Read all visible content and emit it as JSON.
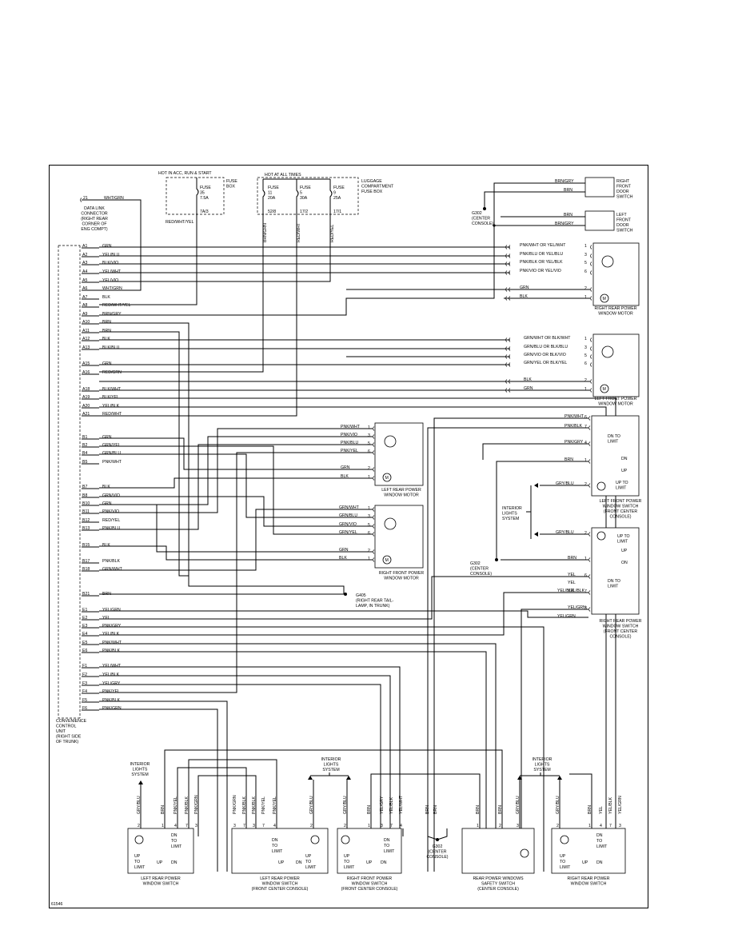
{
  "top_labels": {
    "hot_acc_run_start": "HOT IN ACC, RUN & START",
    "fuse_box": [
      "FUSE",
      "BOX"
    ],
    "fuse35": [
      "FUSE",
      "35",
      "7.5A"
    ],
    "pin_fuse35": "7A/3",
    "redwhtyel": "RED/WHT/YEL",
    "hot_all_times": "HOT AT ALL TIMES",
    "luggage_fuse_box": [
      "LUGGAGE",
      "COMPARTMENT",
      "FUSE BOX"
    ],
    "fuse11": [
      "FUSE",
      "11",
      "20A"
    ],
    "fuse5": [
      "FUSE",
      "5",
      "30A"
    ],
    "fuse9": [
      "FUSE",
      "9",
      "25A"
    ],
    "pins": [
      "52/8",
      "17/2",
      "17/1"
    ],
    "vert_wires": [
      "BRN/GRN",
      "RED/WHT",
      "RED/YEL"
    ],
    "dlc": [
      "DATA LINK",
      "CONNECTOR",
      "(RIGHT REAR",
      "CORNER OF",
      "ENG COMPT)"
    ],
    "dlc_pin": "21",
    "dlc_wire": "WHT/GRN",
    "ccu": [
      "CONVENIENCE",
      "CONTROL",
      "UNIT",
      "(RIGHT SIDE",
      "OF TRUNK)"
    ],
    "fig_id": "61546"
  },
  "pins_a": [
    {
      "pin": "A1",
      "wire": "GRN"
    },
    {
      "pin": "A2",
      "wire": "YEL/BLU"
    },
    {
      "pin": "A3",
      "wire": "BLK/VIO"
    },
    {
      "pin": "A4",
      "wire": "YEL/WHT"
    },
    {
      "pin": "A5",
      "wire": "YEL/VIO"
    },
    {
      "pin": "A6",
      "wire": "WHT/GRN"
    },
    {
      "pin": "A7",
      "wire": "BLK"
    },
    {
      "pin": "A8",
      "wire": "RED/WHT/YEL"
    },
    {
      "pin": "A9",
      "wire": "BRN/GRY"
    },
    {
      "pin": "A10",
      "wire": "BRN"
    },
    {
      "pin": "A11",
      "wire": "BRN"
    },
    {
      "pin": "A12",
      "wire": "BLK"
    },
    {
      "pin": "A13",
      "wire": "BLK/BLU"
    },
    {
      "pin": "A15",
      "wire": "GRN"
    },
    {
      "pin": "A16",
      "wire": "RED/GRN"
    },
    {
      "pin": "A18",
      "wire": "BLK/WHT"
    },
    {
      "pin": "A19",
      "wire": "BLK/YEL"
    },
    {
      "pin": "A20",
      "wire": "YEL/BLK"
    },
    {
      "pin": "A21",
      "wire": "RED/WHT"
    }
  ],
  "pins_b": [
    {
      "pin": "B1",
      "wire": "GRN"
    },
    {
      "pin": "B2",
      "wire": "GRN/YEL"
    },
    {
      "pin": "B4",
      "wire": "GRN/BLU"
    },
    {
      "pin": "B5",
      "wire": "PNK/WHT"
    },
    {
      "pin": "B7",
      "wire": "BLK"
    },
    {
      "pin": "B8",
      "wire": "GRN/VIO"
    },
    {
      "pin": "B10",
      "wire": "GRN"
    },
    {
      "pin": "B11",
      "wire": "PNK/VIO"
    },
    {
      "pin": "B12",
      "wire": "RED/YEL"
    },
    {
      "pin": "B13",
      "wire": "PNK/BLU"
    },
    {
      "pin": "B15",
      "wire": "BLK"
    },
    {
      "pin": "B17",
      "wire": "PNK/BLK"
    },
    {
      "pin": "B18",
      "wire": "GRN/WHT"
    },
    {
      "pin": "B21",
      "wire": "BRN"
    }
  ],
  "pins_e": [
    {
      "pin": "E1",
      "wire": "YEL/GRN"
    },
    {
      "pin": "E2",
      "wire": "YEL"
    },
    {
      "pin": "E3",
      "wire": "PNK/GRY"
    },
    {
      "pin": "E4",
      "wire": "YEL/BLK"
    },
    {
      "pin": "E5",
      "wire": "PNK/WHT"
    },
    {
      "pin": "E6",
      "wire": "PNK/BLK"
    }
  ],
  "pins_f": [
    {
      "pin": "F1",
      "wire": "YEL/WHT"
    },
    {
      "pin": "F2",
      "wire": "YEL/BLK"
    },
    {
      "pin": "F3",
      "wire": "YEL/GRY"
    },
    {
      "pin": "F4",
      "wire": "PNK/YEL"
    },
    {
      "pin": "F5",
      "wire": "PNK/BLK"
    },
    {
      "pin": "F6",
      "wire": "PNK/GRN"
    }
  ],
  "right_side": {
    "rfds_wires": [
      "BRN/GRY",
      "BRN"
    ],
    "rfds_label": [
      "RIGHT",
      "FRONT",
      "DOOR",
      "SWITCH"
    ],
    "g302_top": [
      "G302",
      "(CENTER",
      "CONSOLE)"
    ],
    "lfds_wires": [
      "BRN",
      "BRN/GRY"
    ],
    "lfds_label": [
      "LEFT",
      "FRONT",
      "DOOR",
      "SWITCH"
    ],
    "rrpwm_wires": [
      "PNK/WHT OR YEL/WHT",
      "PNK/BLU OR YEL/BLU",
      "PNK/BLK OR YEL/BLK",
      "PNK/VIO OR YEL/VIO",
      "GRN",
      "BLK"
    ],
    "rrpwm_pins": [
      "1",
      "3",
      "5",
      "6",
      "2",
      "1"
    ],
    "rrpwm_label": [
      "RIGHT REAR POWER",
      "WINDOW MOTOR"
    ],
    "lfpwm_wires": [
      "GRN/WHT OR BLK/WHT",
      "GRN/BLU OR BLK/BLU",
      "GRN/VIO OR BLK/VIO",
      "GRN/YEL OR BLK/YEL",
      "BLK",
      "GRN"
    ],
    "lfpwm_pins": [
      "1",
      "3",
      "5",
      "6",
      "2",
      "1"
    ],
    "lfpwm_label": [
      "LEFT FRONT POWER",
      "WINDOW MOTOR"
    ],
    "lfpws_wires": [
      "PNK/WHT",
      "PNK/BLK",
      "PNK/GRY",
      "BRN",
      "GRY/BLU"
    ],
    "lfpws_pins": [
      "6",
      "7",
      "4",
      "1",
      "2"
    ],
    "lfpws_label": [
      "LEFT FRONT POWER",
      "WINDOW SWITCH",
      "(FRONT CENTER",
      "CONSOLE)"
    ],
    "ils_mid": [
      "INTERIOR",
      "LIGHTS",
      "SYSTEM"
    ],
    "rrpws_wires": [
      "GRY/BLU",
      "BRN",
      "YEL",
      "YEL/BLK",
      "YEL/GRN"
    ],
    "rrpws_pins": [
      "2",
      "1",
      "6",
      "7",
      "3"
    ],
    "rrpws_label": [
      "RIGHT REAR POWER",
      "WINDOW SWITCH",
      "(FRONT CENTER",
      "CONSOLE)"
    ],
    "g302_mid": [
      "G302",
      "(CENTER",
      "CONSOLE)"
    ],
    "sw_texts": [
      "DN TO",
      "LIMIT",
      "DN",
      "UP",
      "UP TO",
      "LIMIT"
    ]
  },
  "mid_motors": {
    "lrpwm_wires": [
      "PNK/WHT",
      "PNK/VIO",
      "PNK/BLU",
      "PNK/YEL",
      "GRN",
      "BLK"
    ],
    "lrpwm_pins": [
      "1",
      "3",
      "5",
      "6",
      "2",
      "1"
    ],
    "lrpwm_label": [
      "LEFT REAR POWER",
      "WINDOW MOTOR"
    ],
    "rfpwm_wires": [
      "GRN/WHT",
      "GRN/BLU",
      "GRN/VIO",
      "GRN/YEL",
      "GRN",
      "BLK"
    ],
    "rfpwm_pins": [
      "1",
      "3",
      "5",
      "6",
      "2",
      "1"
    ],
    "rfpwm_label": [
      "RIGHT FRONT POWER",
      "WINDOW MOTOR"
    ],
    "g405": [
      "G405",
      "(RIGHT REAR TAIL-",
      "LAMP, IN TRUNK)"
    ]
  },
  "bottom": {
    "ils": [
      "INTERIOR",
      "LIGHTS",
      "SYSTEM"
    ],
    "sw1_wires": [
      "GRY/BLU",
      "BRN",
      "PNK/YEL",
      "PNK/BLK",
      "PNK/GRN"
    ],
    "sw1_pins": [
      "2",
      "1",
      "4",
      "7",
      "3"
    ],
    "sw1_label": [
      "LEFT REAR POWER",
      "WINDOW SWITCH"
    ],
    "sw2_wires": [
      "PNK/GRN",
      "PNK/BLK",
      "PNK/BLK",
      "PNK/YEL",
      "PNK/YEL",
      "GRY/BLU"
    ],
    "sw2_pins": [
      "3",
      "7",
      "3",
      "7",
      "4",
      "2"
    ],
    "sw2_label": [
      "LEFT REAR POWER",
      "WINDOW SWITCH",
      "(FRONT CENTER CONSOLE)"
    ],
    "sw3_wires": [
      "GRY/BLU",
      "BRN",
      "YEL/GRY",
      "YEL/BLK",
      "YEL/WHT"
    ],
    "sw3_pins": [
      "2",
      "1",
      "3",
      "7",
      "4"
    ],
    "sw3_label": [
      "RIGHT FRONT POWER",
      "WINDOW SWITCH",
      "(FRONT CENTER CONSOLE)"
    ],
    "g302": [
      "G302",
      "(CENTER",
      "CONSOLE)"
    ],
    "g302_wires": [
      "BRN",
      "BRN"
    ],
    "sw4_wires": [
      "BRN",
      "BRN",
      "GRY/BLU"
    ],
    "sw4_pins": [
      "1",
      "2",
      "3"
    ],
    "sw4_label": [
      "REAR POWER WINDOWS",
      "SAFETY SWITCH",
      "(CENTER CONSOLE)"
    ],
    "sw5_wires": [
      "GRY/BLU",
      "BRN",
      "YEL",
      "YEL/BLK",
      "YEL/GRN"
    ],
    "sw5_pins": [
      "2",
      "1",
      "4",
      "7",
      "3"
    ],
    "sw5_label": [
      "RIGHT REAR POWER",
      "WINDOW SWITCH"
    ],
    "sw_texts": [
      "DN",
      "TO",
      "LIMIT",
      "UP",
      "DN",
      "UP",
      "TO",
      "LIMIT"
    ]
  }
}
